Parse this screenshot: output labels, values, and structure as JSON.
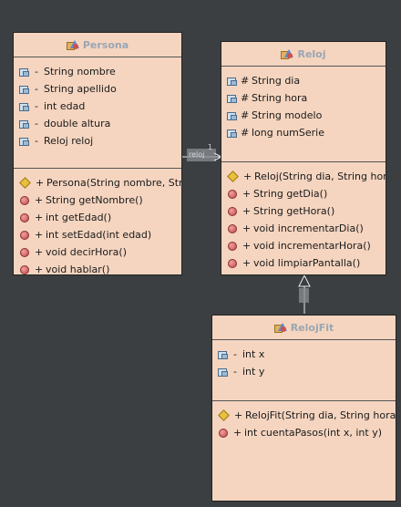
{
  "classes": {
    "persona": {
      "name": "Persona",
      "attributes": [
        {
          "vis": "-",
          "text": "String nombre"
        },
        {
          "vis": "-",
          "text": "String apellido"
        },
        {
          "vis": "-",
          "text": "int edad"
        },
        {
          "vis": "-",
          "text": "double altura"
        },
        {
          "vis": "-",
          "text": "Reloj reloj"
        }
      ],
      "constructors": [
        {
          "vis": "+",
          "text": "Persona(String nombre, String apellido)"
        }
      ],
      "methods": [
        {
          "vis": "+",
          "text": "String getNombre()"
        },
        {
          "vis": "+",
          "text": "int getEdad()"
        },
        {
          "vis": "+",
          "text": "int setEdad(int edad)"
        },
        {
          "vis": "+",
          "text": "void decirHora()"
        },
        {
          "vis": "+",
          "text": "void hablar()"
        }
      ]
    },
    "reloj": {
      "name": "Reloj",
      "attributes": [
        {
          "vis": "#",
          "text": "String dia"
        },
        {
          "vis": "#",
          "text": "String hora"
        },
        {
          "vis": "#",
          "text": "String modelo"
        },
        {
          "vis": "#",
          "text": "long numSerie"
        }
      ],
      "constructors": [
        {
          "vis": "+",
          "text": "Reloj(String dia, String hora)"
        }
      ],
      "methods": [
        {
          "vis": "+",
          "text": "String getDia()"
        },
        {
          "vis": "+",
          "text": "String getHora()"
        },
        {
          "vis": "+",
          "text": "void incrementarDia()"
        },
        {
          "vis": "+",
          "text": "void incrementarHora()"
        },
        {
          "vis": "+",
          "text": "void limpiarPantalla()"
        }
      ]
    },
    "relojfit": {
      "name": "RelojFit",
      "attributes": [
        {
          "vis": "-",
          "text": "int x"
        },
        {
          "vis": "-",
          "text": "int y"
        }
      ],
      "constructors": [
        {
          "vis": "+",
          "text": "RelojFit(String dia, String hora, String modelo)"
        }
      ],
      "methods": [
        {
          "vis": "+",
          "text": "int cuentaPasos(int x, int y)"
        }
      ]
    }
  },
  "association": {
    "label": "reloj",
    "multiplicity": "1"
  },
  "colors": {
    "background": "#3c3f41",
    "class_fill": "#f5d5c0",
    "title": "#9aa6b2"
  }
}
